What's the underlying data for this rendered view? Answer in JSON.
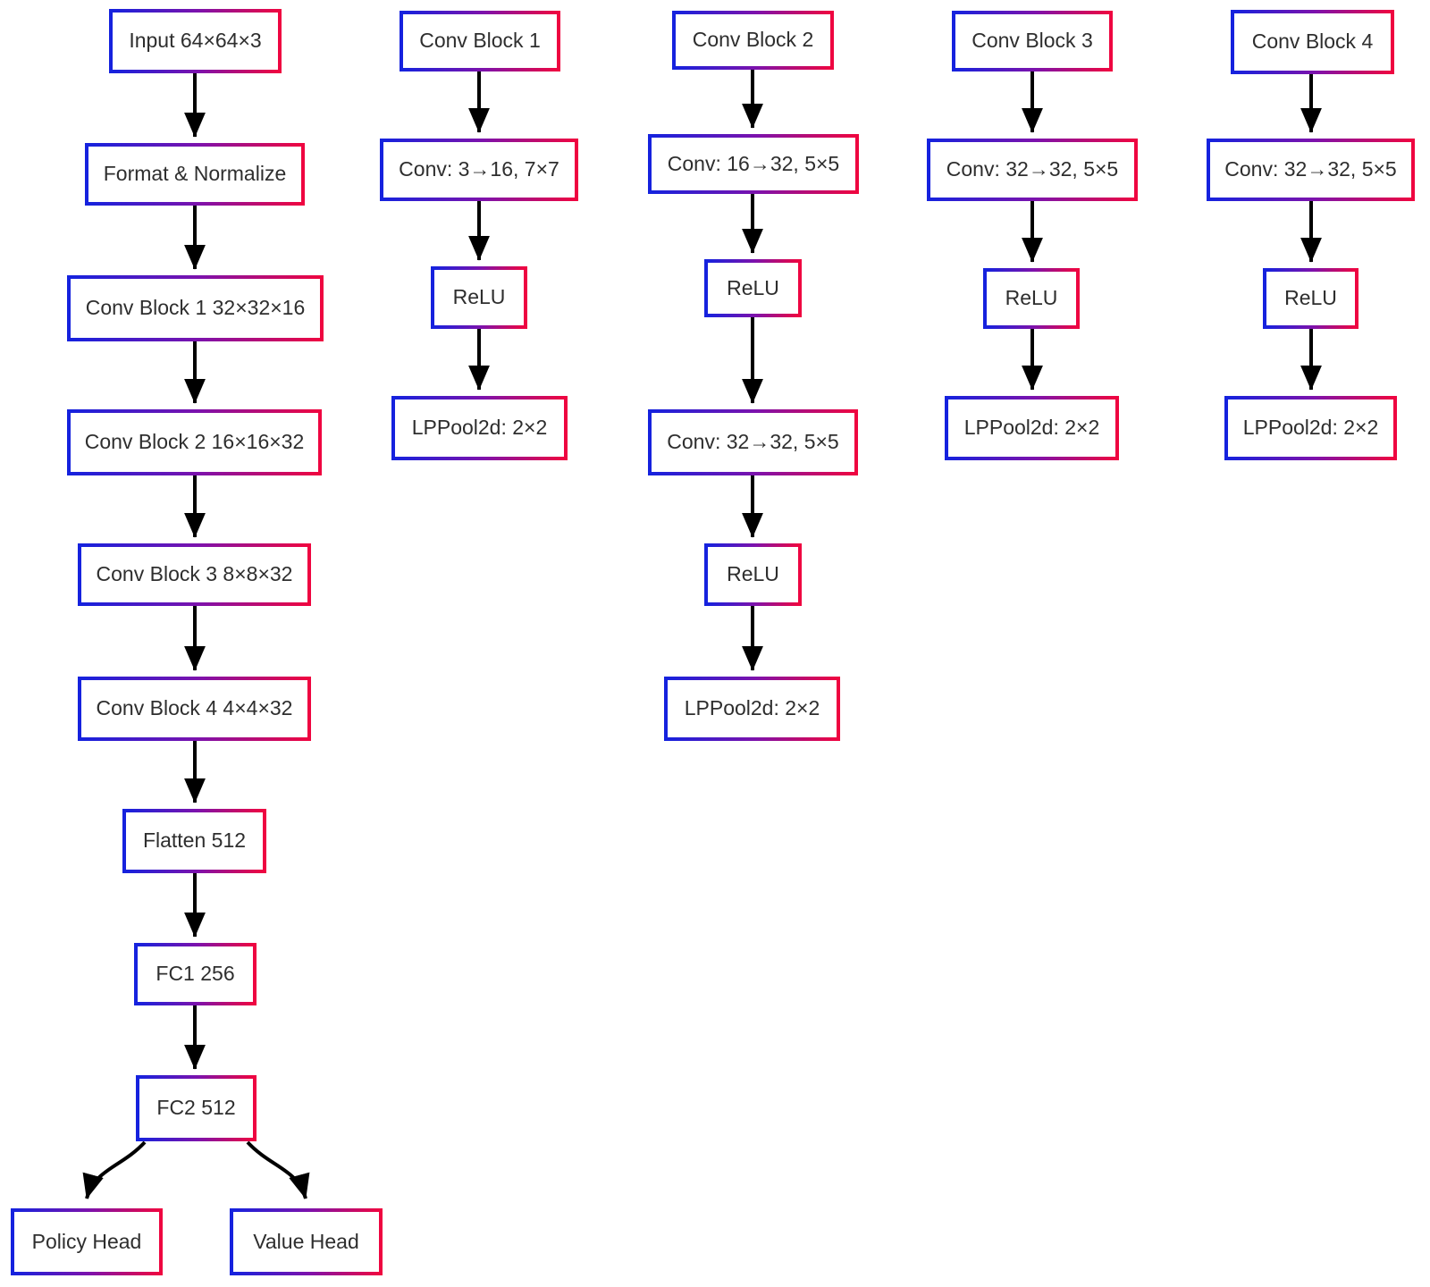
{
  "diagram": {
    "type": "flowchart",
    "background_color": "#ffffff",
    "node_border_gradient": [
      "#1522DE",
      "#7D12AC",
      "#EF0540"
    ],
    "node_fill_color": "#ffffff",
    "text_color": "#2e2e2e",
    "arrow_color": "#000000",
    "columns": [
      {
        "name": "backbone",
        "nodes": [
          {
            "id": "input",
            "label": "Input 64×64×3"
          },
          {
            "id": "format",
            "label": "Format & Normalize"
          },
          {
            "id": "conv-block-1-out",
            "label": "Conv Block 1 32×32×16"
          },
          {
            "id": "conv-block-2-out",
            "label": "Conv Block 2 16×16×32"
          },
          {
            "id": "conv-block-3-out",
            "label": "Conv Block 3 8×8×32"
          },
          {
            "id": "conv-block-4-out",
            "label": "Conv Block 4 4×4×32"
          },
          {
            "id": "flatten",
            "label": "Flatten 512"
          },
          {
            "id": "fc1",
            "label": "FC1 256"
          },
          {
            "id": "fc2",
            "label": "FC2 512"
          },
          {
            "id": "policy-head",
            "label": "Policy Head"
          },
          {
            "id": "value-head",
            "label": "Value Head"
          }
        ]
      },
      {
        "name": "conv-block-1-detail",
        "nodes": [
          {
            "id": "cb1-title",
            "label": "Conv Block 1"
          },
          {
            "id": "cb1-conv",
            "label": "Conv: 3→16, 7×7"
          },
          {
            "id": "cb1-relu",
            "label": "ReLU"
          },
          {
            "id": "cb1-pool",
            "label": "LPPool2d: 2×2"
          }
        ]
      },
      {
        "name": "conv-block-2-detail",
        "nodes": [
          {
            "id": "cb2-title",
            "label": "Conv Block 2"
          },
          {
            "id": "cb2-conv1",
            "label": "Conv: 16→32, 5×5"
          },
          {
            "id": "cb2-relu1",
            "label": "ReLU"
          },
          {
            "id": "cb2-conv2",
            "label": "Conv: 32→32, 5×5"
          },
          {
            "id": "cb2-relu2",
            "label": "ReLU"
          },
          {
            "id": "cb2-pool",
            "label": "LPPool2d: 2×2"
          }
        ]
      },
      {
        "name": "conv-block-3-detail",
        "nodes": [
          {
            "id": "cb3-title",
            "label": "Conv Block 3"
          },
          {
            "id": "cb3-conv",
            "label": "Conv: 32→32, 5×5"
          },
          {
            "id": "cb3-relu",
            "label": "ReLU"
          },
          {
            "id": "cb3-pool",
            "label": "LPPool2d: 2×2"
          }
        ]
      },
      {
        "name": "conv-block-4-detail",
        "nodes": [
          {
            "id": "cb4-title",
            "label": "Conv Block 4"
          },
          {
            "id": "cb4-conv",
            "label": "Conv: 32→32, 5×5"
          },
          {
            "id": "cb4-relu",
            "label": "ReLU"
          },
          {
            "id": "cb4-pool",
            "label": "LPPool2d: 2×2"
          }
        ]
      }
    ],
    "edges": [
      {
        "from": "input",
        "to": "format"
      },
      {
        "from": "format",
        "to": "conv-block-1-out"
      },
      {
        "from": "conv-block-1-out",
        "to": "conv-block-2-out"
      },
      {
        "from": "conv-block-2-out",
        "to": "conv-block-3-out"
      },
      {
        "from": "conv-block-3-out",
        "to": "conv-block-4-out"
      },
      {
        "from": "conv-block-4-out",
        "to": "flatten"
      },
      {
        "from": "flatten",
        "to": "fc1"
      },
      {
        "from": "fc1",
        "to": "fc2"
      },
      {
        "from": "fc2",
        "to": "policy-head"
      },
      {
        "from": "fc2",
        "to": "value-head"
      },
      {
        "from": "cb1-title",
        "to": "cb1-conv"
      },
      {
        "from": "cb1-conv",
        "to": "cb1-relu"
      },
      {
        "from": "cb1-relu",
        "to": "cb1-pool"
      },
      {
        "from": "cb2-title",
        "to": "cb2-conv1"
      },
      {
        "from": "cb2-conv1",
        "to": "cb2-relu1"
      },
      {
        "from": "cb2-relu1",
        "to": "cb2-conv2"
      },
      {
        "from": "cb2-conv2",
        "to": "cb2-relu2"
      },
      {
        "from": "cb2-relu2",
        "to": "cb2-pool"
      },
      {
        "from": "cb3-title",
        "to": "cb3-conv"
      },
      {
        "from": "cb3-conv",
        "to": "cb3-relu"
      },
      {
        "from": "cb3-relu",
        "to": "cb3-pool"
      },
      {
        "from": "cb4-title",
        "to": "cb4-conv"
      },
      {
        "from": "cb4-conv",
        "to": "cb4-relu"
      },
      {
        "from": "cb4-relu",
        "to": "cb4-pool"
      }
    ]
  }
}
